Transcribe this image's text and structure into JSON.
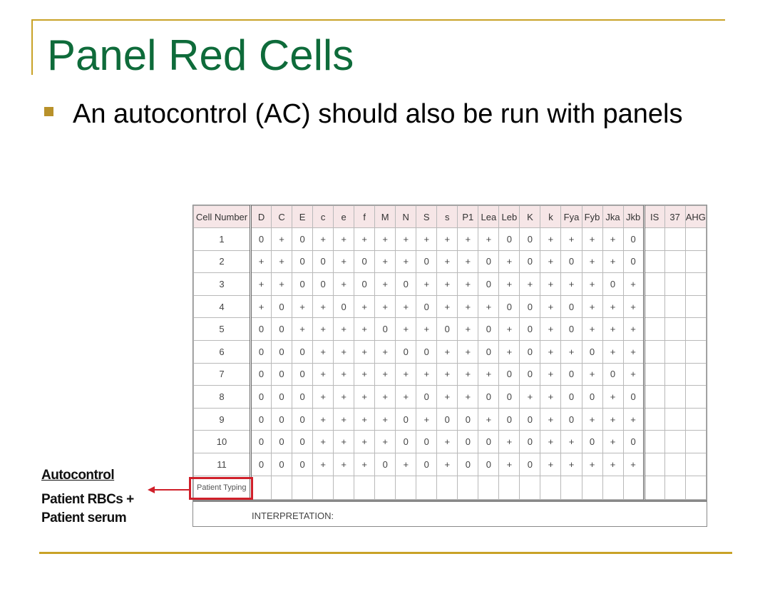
{
  "slide": {
    "title": "Panel Red Cells",
    "bullet": "An autocontrol (AC) should also be run with panels"
  },
  "panel": {
    "header": [
      "Cell Number",
      "D",
      "C",
      "E",
      "c",
      "e",
      "f",
      "M",
      "N",
      "S",
      "s",
      "P1",
      "Lea",
      "Leb",
      "K",
      "k",
      "Fya",
      "Fyb",
      "Jka",
      "Jkb",
      "IS",
      "37",
      "AHG"
    ],
    "rows": [
      {
        "cell": "1",
        "vals": [
          "0",
          "+",
          "0",
          "+",
          "+",
          "+",
          "+",
          "+",
          "+",
          "+",
          "+",
          "+",
          "0",
          "0",
          "+",
          "+",
          "+",
          "+",
          "0"
        ]
      },
      {
        "cell": "2",
        "vals": [
          "+",
          "+",
          "0",
          "0",
          "+",
          "0",
          "+",
          "+",
          "0",
          "+",
          "+",
          "0",
          "+",
          "0",
          "+",
          "0",
          "+",
          "+",
          "0"
        ]
      },
      {
        "cell": "3",
        "vals": [
          "+",
          "+",
          "0",
          "0",
          "+",
          "0",
          "+",
          "0",
          "+",
          "+",
          "+",
          "0",
          "+",
          "+",
          "+",
          "+",
          "+",
          "0",
          "+"
        ]
      },
      {
        "cell": "4",
        "vals": [
          "+",
          "0",
          "+",
          "+",
          "0",
          "+",
          "+",
          "+",
          "0",
          "+",
          "+",
          "+",
          "0",
          "0",
          "+",
          "0",
          "+",
          "+",
          "+"
        ]
      },
      {
        "cell": "5",
        "vals": [
          "0",
          "0",
          "+",
          "+",
          "+",
          "+",
          "0",
          "+",
          "+",
          "0",
          "+",
          "0",
          "+",
          "0",
          "+",
          "0",
          "+",
          "+",
          "+"
        ]
      },
      {
        "cell": "6",
        "vals": [
          "0",
          "0",
          "0",
          "+",
          "+",
          "+",
          "+",
          "0",
          "0",
          "+",
          "+",
          "0",
          "+",
          "0",
          "+",
          "+",
          "0",
          "+",
          "+"
        ]
      },
      {
        "cell": "7",
        "vals": [
          "0",
          "0",
          "0",
          "+",
          "+",
          "+",
          "+",
          "+",
          "+",
          "+",
          "+",
          "+",
          "0",
          "0",
          "+",
          "0",
          "+",
          "0",
          "+"
        ]
      },
      {
        "cell": "8",
        "vals": [
          "0",
          "0",
          "0",
          "+",
          "+",
          "+",
          "+",
          "+",
          "0",
          "+",
          "+",
          "0",
          "0",
          "+",
          "+",
          "0",
          "0",
          "+",
          "0"
        ]
      },
      {
        "cell": "9",
        "vals": [
          "0",
          "0",
          "0",
          "+",
          "+",
          "+",
          "+",
          "0",
          "+",
          "0",
          "0",
          "+",
          "0",
          "0",
          "+",
          "0",
          "+",
          "+",
          "+"
        ]
      },
      {
        "cell": "10",
        "vals": [
          "0",
          "0",
          "0",
          "+",
          "+",
          "+",
          "+",
          "0",
          "0",
          "+",
          "0",
          "0",
          "+",
          "0",
          "+",
          "+",
          "0",
          "+",
          "0"
        ]
      },
      {
        "cell": "11",
        "vals": [
          "0",
          "0",
          "0",
          "+",
          "+",
          "+",
          "0",
          "+",
          "0",
          "+",
          "0",
          "0",
          "+",
          "0",
          "+",
          "+",
          "+",
          "+",
          "+"
        ]
      }
    ],
    "typing_label": "Patient Typing",
    "interpretation_label": "INTERPRETATION:"
  },
  "autocontrol": {
    "label": "Autocontrol",
    "desc_line1": "Patient RBCs +",
    "desc_line2": "Patient serum"
  },
  "colors": {
    "title": "#0e6b3a",
    "accent_rule": "#c9a227",
    "highlight": "#d0202a",
    "header_bg": "#f6e6e7"
  }
}
